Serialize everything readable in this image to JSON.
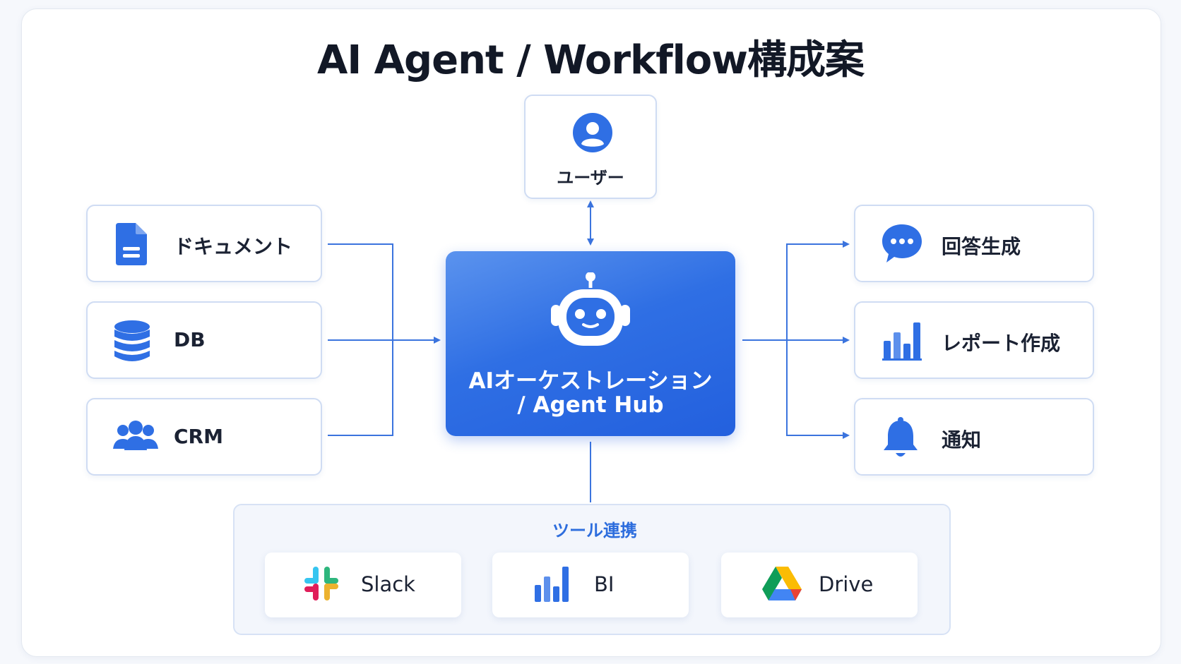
{
  "title": "AI Agent / Workflow構成案",
  "user": {
    "label": "ユーザー",
    "icon": "user-icon"
  },
  "hub": {
    "line1": "AIオーケストレーション",
    "line2": "/ Agent Hub",
    "icon": "robot-icon"
  },
  "inputs": [
    {
      "label": "ドキュメント",
      "icon": "document-icon"
    },
    {
      "label": "DB",
      "icon": "database-icon"
    },
    {
      "label": "CRM",
      "icon": "users-icon"
    }
  ],
  "outputs": [
    {
      "label": "回答生成",
      "icon": "chat-bubble-icon"
    },
    {
      "label": "レポート作成",
      "icon": "bar-chart-icon"
    },
    {
      "label": "通知",
      "icon": "bell-icon"
    }
  ],
  "tools": {
    "label": "ツール連携",
    "items": [
      {
        "label": "Slack",
        "icon": "slack-icon"
      },
      {
        "label": "BI",
        "icon": "bar-chart-icon"
      },
      {
        "label": "Drive",
        "icon": "drive-icon"
      }
    ]
  },
  "colors": {
    "accent": "#2f6fe4",
    "line": "#3b74de",
    "border": "#cfdcf3",
    "title": "#121826"
  }
}
